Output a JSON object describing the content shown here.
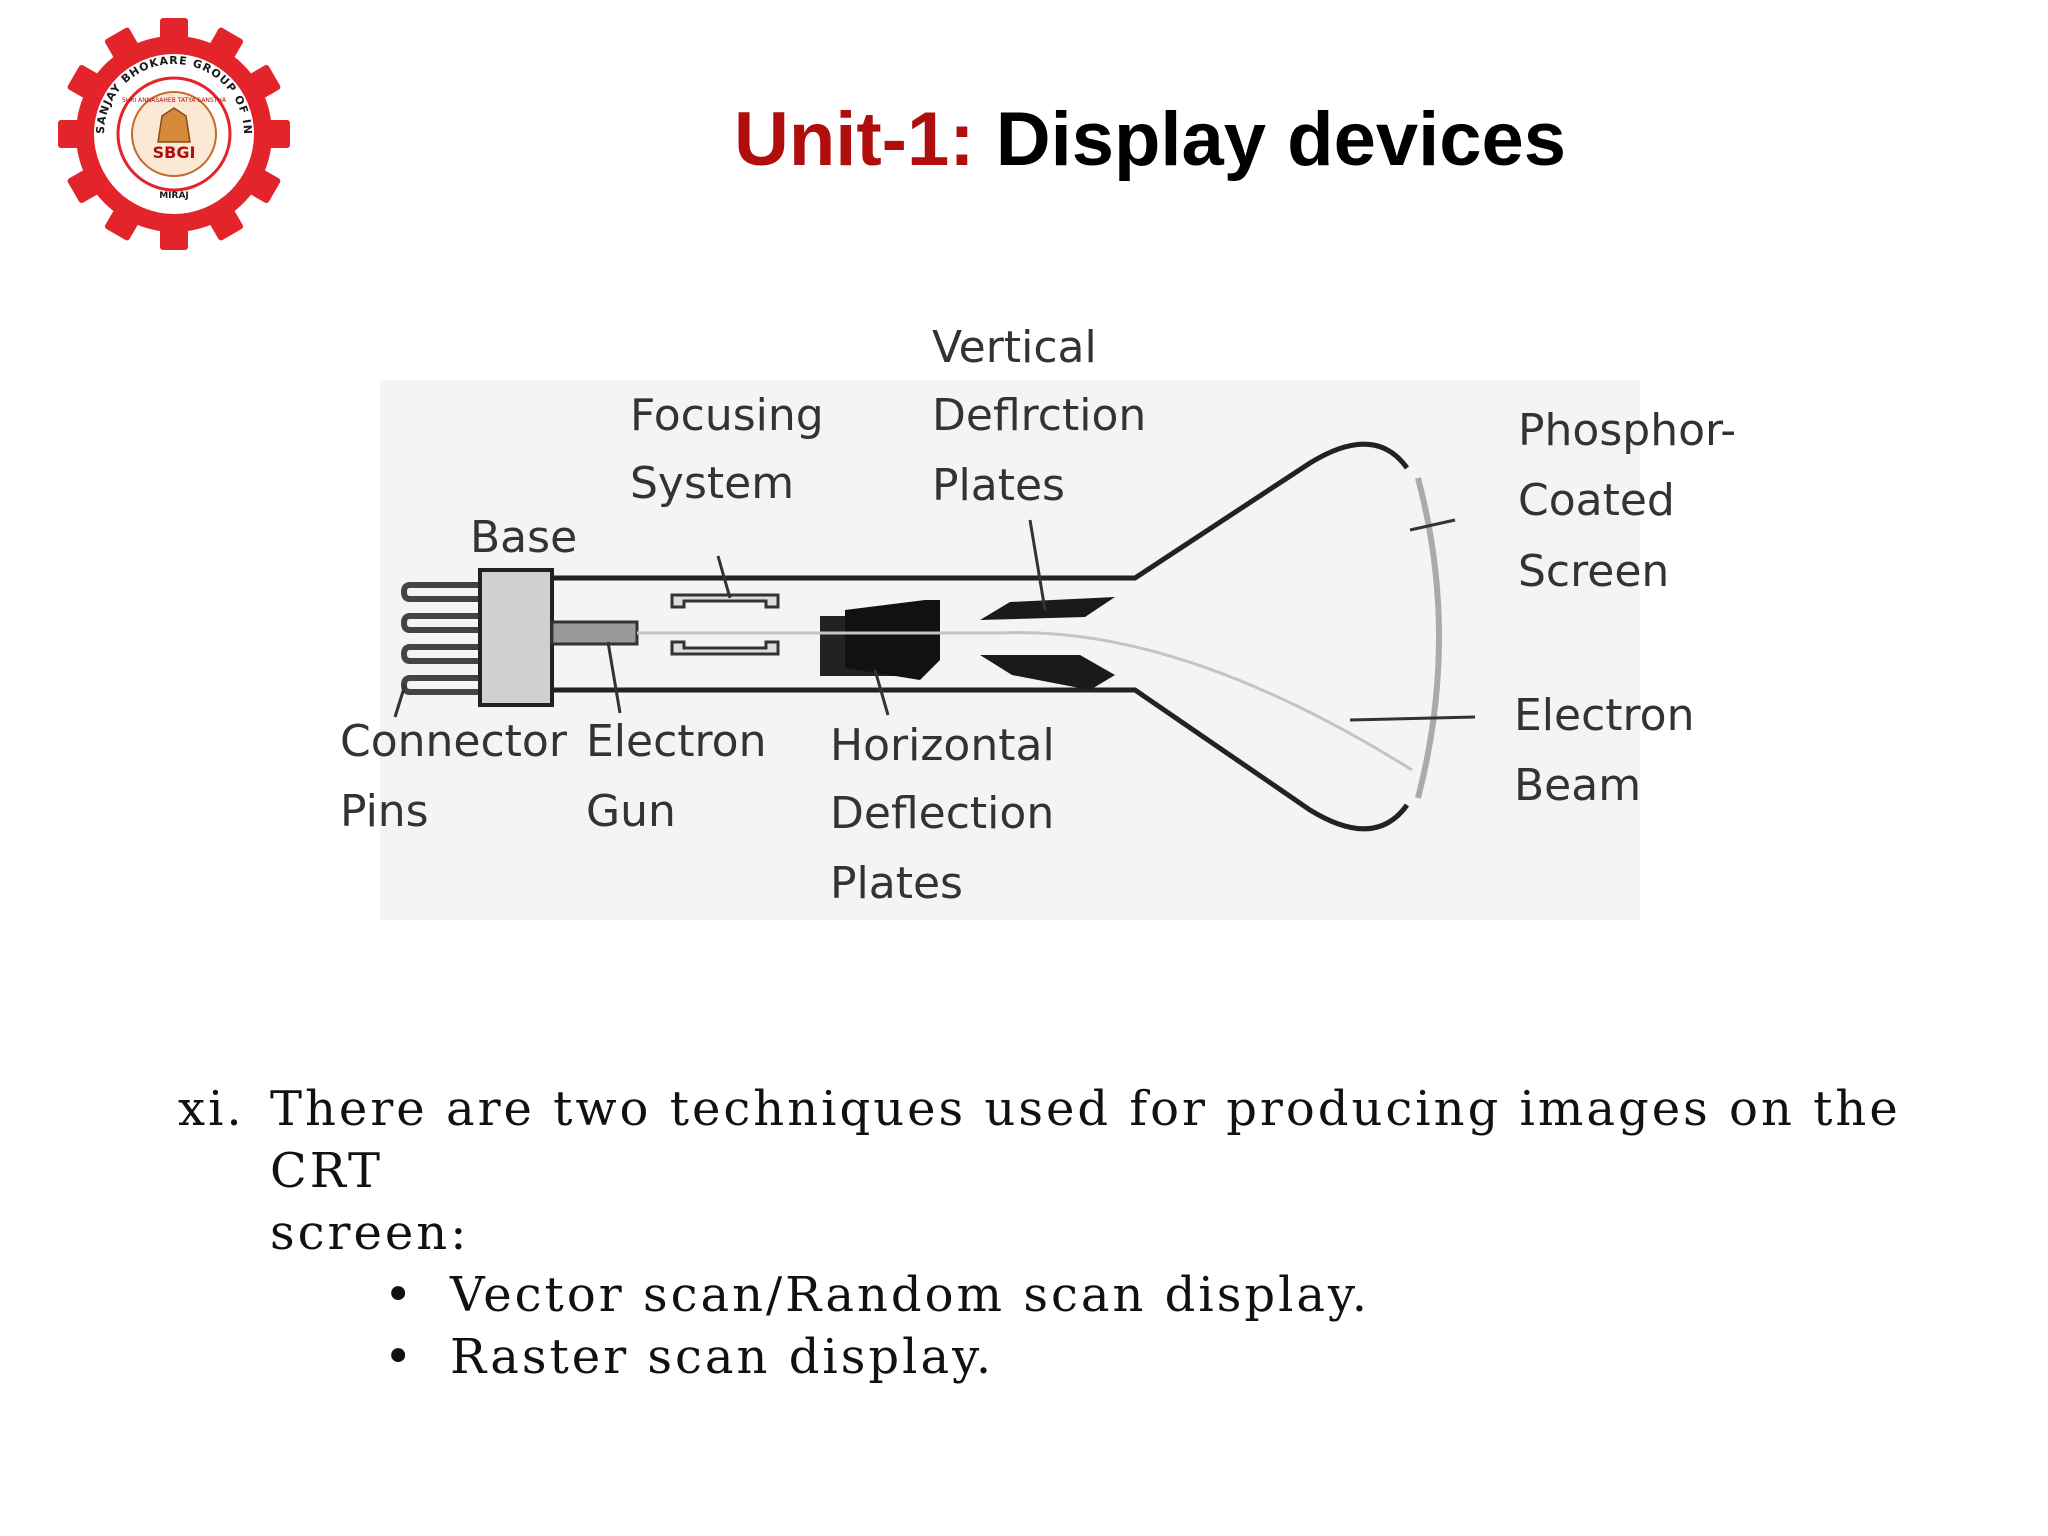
{
  "logo": {
    "ring_text": "SANJAY BHOKARE GROUP OF INSTITUTES",
    "inner_text": "SHRI ANNASAHEB TATYA SANSTHA",
    "initials": "SBGI",
    "place": "MIRAJ",
    "gear_color": "#e3242b"
  },
  "title": {
    "prefix": "Unit-1:",
    "main": "Display devices",
    "prefix_color": "#b00d0d"
  },
  "diagram": {
    "labels": {
      "base": "Base",
      "focusing_1": "Focusing",
      "focusing_2": "System",
      "vertical_1": "Vertical",
      "vertical_2": "Deflrction",
      "vertical_3": "Plates",
      "phosphor_1": "Phosphor-",
      "phosphor_2": "Coated",
      "phosphor_3": "Screen",
      "connector_1": "Connector",
      "connector_2": "Pins",
      "gun_1": "Electron",
      "gun_2": "Gun",
      "horizontal_1": "Horizontal",
      "horizontal_2": "Deflection",
      "horizontal_3": "Plates",
      "beam_1": "Electron",
      "beam_2": "Beam"
    }
  },
  "body": {
    "item_number": "xi.",
    "item_text_line1": "There are two techniques used for producing images on the CRT",
    "item_text_line2": "screen:",
    "bullet_glyph": "•",
    "bullets": [
      "Vector scan/Random scan display.",
      "Raster scan display."
    ]
  }
}
